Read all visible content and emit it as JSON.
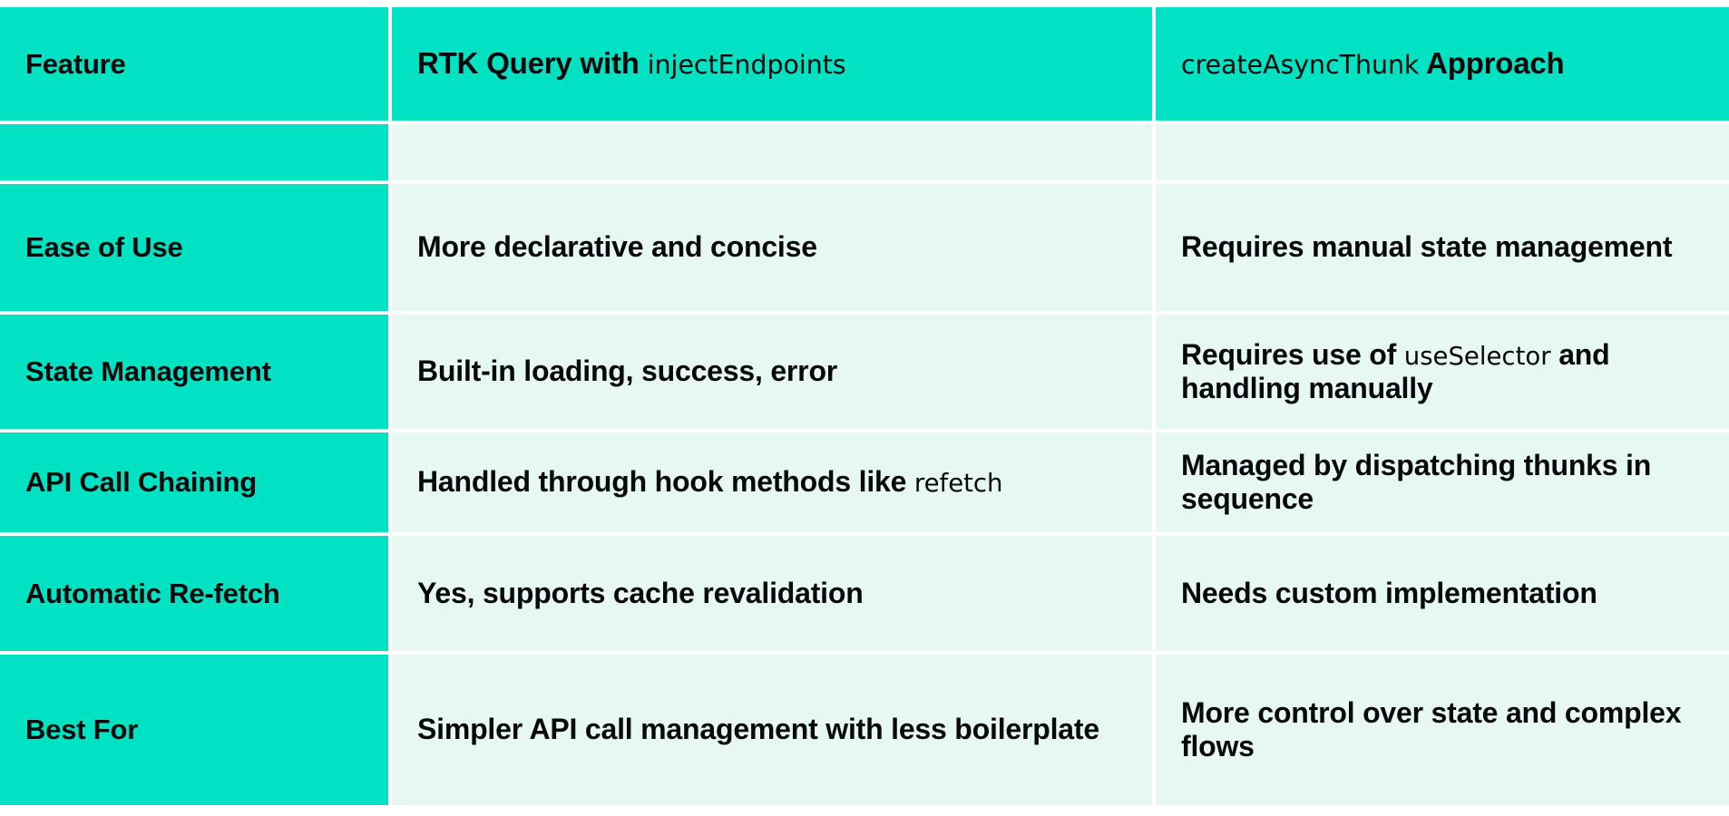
{
  "table": {
    "accent_color": "#00e2c2",
    "cell_color": "#e7f7f2",
    "text_color": "#07080a",
    "gap_color": "#ffffff",
    "headers": {
      "col1": "Feature",
      "col2_plain": "RTK Query with ",
      "col2_code": "injectEndpoints",
      "col3_code": "createAsyncThunk",
      "col3_plain": " Approach"
    },
    "rows": [
      {
        "feature": "Ease of Use",
        "rtk_query": "More declarative and concise",
        "rtk_query_code": "",
        "rtk_query_tail": "",
        "thunk": "Requires manual state management",
        "thunk_code": "",
        "thunk_tail": ""
      },
      {
        "feature": "State Management",
        "rtk_query": "Built-in loading, success, error",
        "rtk_query_code": "",
        "rtk_query_tail": "",
        "thunk": "Requires use of ",
        "thunk_code": "useSelector",
        "thunk_tail": " and handling manually"
      },
      {
        "feature": "API Call Chaining",
        "rtk_query": "Handled through hook methods like ",
        "rtk_query_code": "refetch",
        "rtk_query_tail": "",
        "thunk": "Managed by dispatching thunks in sequence",
        "thunk_code": "",
        "thunk_tail": ""
      },
      {
        "feature": "Automatic Re-fetch",
        "rtk_query": "Yes, supports cache revalidation",
        "rtk_query_code": "",
        "rtk_query_tail": "",
        "thunk": "Needs custom implementation",
        "thunk_code": "",
        "thunk_tail": ""
      },
      {
        "feature": "Best For",
        "rtk_query": "Simpler API call management with less boilerplate",
        "rtk_query_code": "",
        "rtk_query_tail": "",
        "thunk": "More control over state and complex flows",
        "thunk_code": "",
        "thunk_tail": ""
      }
    ]
  }
}
